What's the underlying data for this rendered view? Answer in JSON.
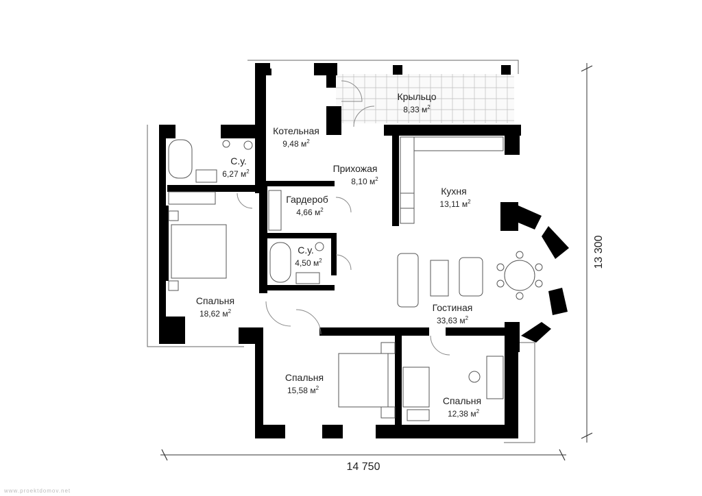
{
  "rooms": [
    {
      "name": "Крыльцо",
      "area": "8,33 м"
    },
    {
      "name": "Котельная",
      "area": "9,48 м"
    },
    {
      "name": "С.у.",
      "area": "6,27 м"
    },
    {
      "name": "Прихожая",
      "area": "8,10 м"
    },
    {
      "name": "Гардероб",
      "area": "4,66 м"
    },
    {
      "name": "Кухня",
      "area": "13,11 м"
    },
    {
      "name": "С.у.",
      "area": "4,50 м"
    },
    {
      "name": "Спальня",
      "area": "18,62 м"
    },
    {
      "name": "Гостиная",
      "area": "33,63 м"
    },
    {
      "name": "Спальня",
      "area": "15,58 м"
    },
    {
      "name": "Спальня",
      "area": "12,38 м"
    }
  ],
  "unit_superscript": "2",
  "dimensions": {
    "width": "14 750",
    "height": "13 300"
  },
  "watermark": "www.proektdomov.net"
}
